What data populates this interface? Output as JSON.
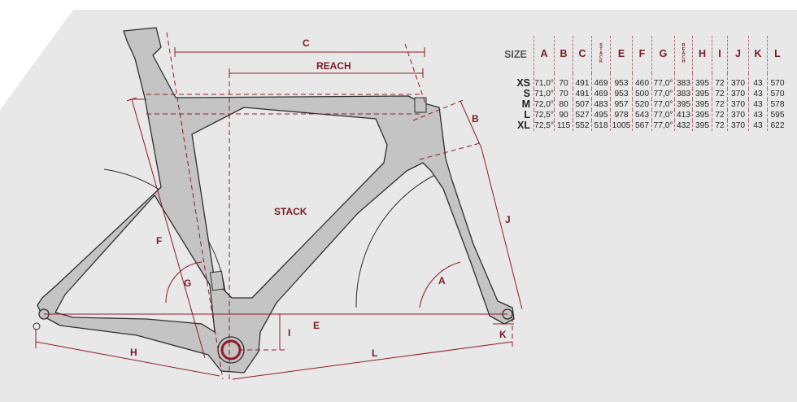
{
  "diagram": {
    "labels": {
      "a": "A",
      "b": "B",
      "c": "C",
      "e": "E",
      "f": "F",
      "g": "G",
      "h": "H",
      "i": "I",
      "j": "J",
      "k": "K",
      "l": "L",
      "reach": "REACH",
      "stack": "STACK"
    },
    "colors": {
      "dimension": "#8e1b27",
      "frame_fill": "#c4c4c4",
      "frame_stroke": "#2e2e2e",
      "background": "#e7e7e7"
    }
  },
  "table": {
    "size_header": "SIZE",
    "columns": [
      "A",
      "B",
      "C",
      "STACK",
      "E",
      "F",
      "G",
      "REACH",
      "H",
      "I",
      "J",
      "K",
      "L"
    ],
    "rows": [
      {
        "size": "XS",
        "values": [
          "71,0°",
          "70",
          "491",
          "469",
          "953",
          "460",
          "77,0°",
          "383",
          "395",
          "72",
          "370",
          "43",
          "570"
        ]
      },
      {
        "size": "S",
        "values": [
          "71,0°",
          "70",
          "491",
          "469",
          "953",
          "500",
          "77,0°",
          "383",
          "395",
          "72",
          "370",
          "43",
          "570"
        ]
      },
      {
        "size": "M",
        "values": [
          "72,0°",
          "80",
          "507",
          "483",
          "957",
          "520",
          "77,0°",
          "395",
          "395",
          "72",
          "370",
          "43",
          "578"
        ]
      },
      {
        "size": "L",
        "values": [
          "72,5°",
          "90",
          "527",
          "495",
          "978",
          "543",
          "77,0°",
          "413",
          "395",
          "72",
          "370",
          "43",
          "595"
        ]
      },
      {
        "size": "XL",
        "values": [
          "72,5°",
          "115",
          "552",
          "518",
          "1005",
          "567",
          "77,0°",
          "432",
          "395",
          "72",
          "370",
          "43",
          "622"
        ]
      }
    ]
  }
}
